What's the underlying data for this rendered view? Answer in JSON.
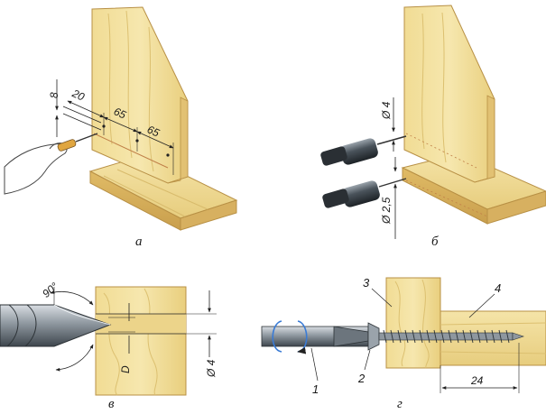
{
  "panels": {
    "a": {
      "caption": "а",
      "dims": {
        "d8": "8",
        "d20": "20",
        "d65a": "65",
        "d65b": "65"
      }
    },
    "b": {
      "caption": "б",
      "dims": {
        "d4": "Ø 4",
        "d25": "Ø 2,5"
      }
    },
    "v": {
      "caption": "в",
      "dims": {
        "angle": "90°",
        "D": "D",
        "d4": "Ø 4"
      }
    },
    "g": {
      "caption": "г",
      "labels": {
        "l1": "1",
        "l2": "2",
        "l3": "3",
        "l4": "4"
      },
      "dims": {
        "d24": "24"
      }
    }
  },
  "colors": {
    "wood_light": "#f3e3a6",
    "wood_mid": "#e8cf80",
    "wood_dark": "#c9a552",
    "edge": "#b89045",
    "line": "#222222",
    "accent_arrow": "#3a7bd5"
  }
}
